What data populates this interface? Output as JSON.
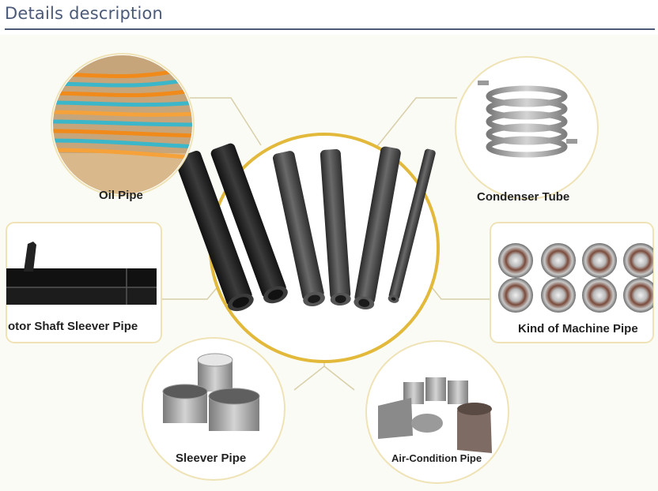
{
  "header": {
    "title": "Details description"
  },
  "figure": {
    "labels": {
      "oil_pipe": "Oil Pipe",
      "condenser_tube": "Condenser Tube",
      "motor_shaft": "otor Shaft Sleever Pipe",
      "machine_pipe": "Kind of Machine Pipe",
      "sleever_pipe": "Sleever Pipe",
      "air_condition_pipe": "Air-Condition Pipe"
    },
    "colors": {
      "accent_ring": "#e2b93b",
      "connector_lines": "#d8cfa8",
      "header_rule": "#4d5b78"
    }
  }
}
